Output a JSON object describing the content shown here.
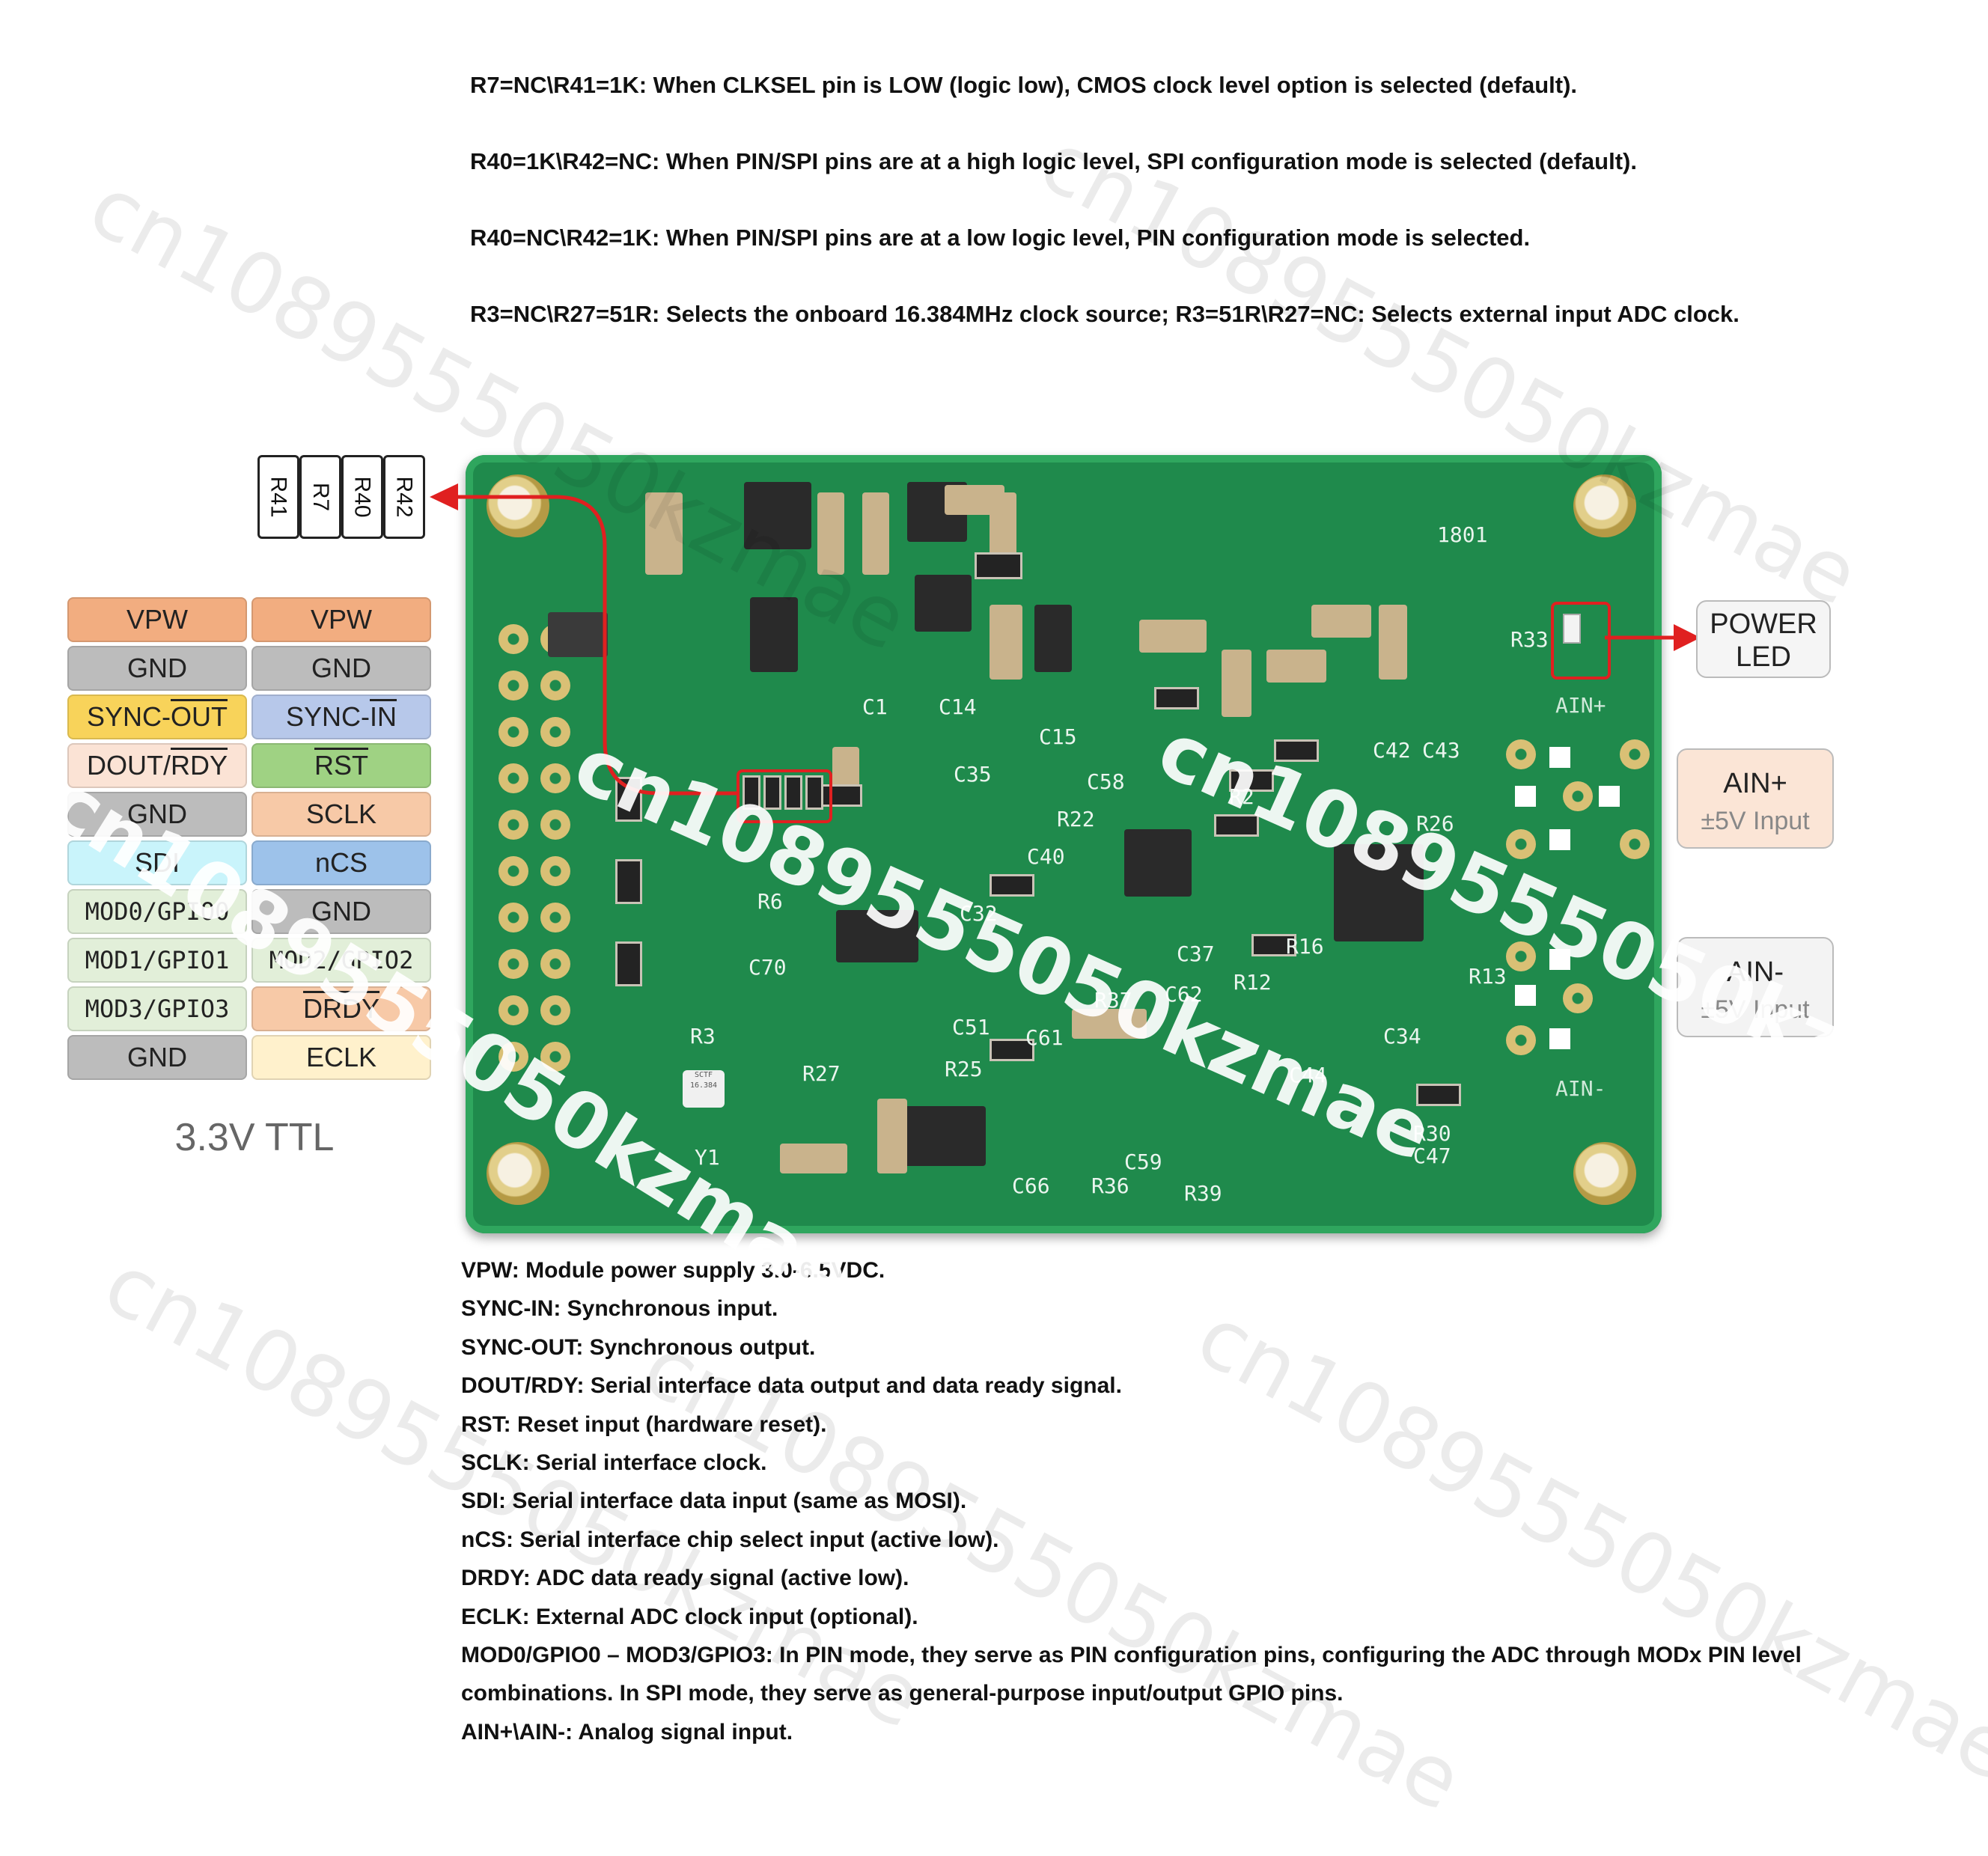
{
  "notes_top": [
    "R7=NC\\R41=1K: When CLKSEL pin is LOW (logic low), CMOS clock level option is selected (default).",
    "R40=1K\\R42=NC: When PIN/SPI pins are at a high logic level, SPI configuration mode is selected (default).",
    "R40=NC\\R42=1K: When PIN/SPI pins are at a low logic level, PIN configuration mode is selected.",
    "R3=NC\\R27=51R: Selects the onboard 16.384MHz clock source; R3=51R\\R27=NC: Selects external input ADC clock."
  ],
  "resistor_labels": [
    "R41",
    "R7",
    "R40",
    "R42"
  ],
  "pins": {
    "left": [
      "VPW",
      "GND",
      "SYNC-OUT",
      "DOUT/RDY",
      "GND",
      "SDI",
      "MOD0/GPIO0",
      "MOD1/GPIO1",
      "MOD3/GPIO3",
      "GND"
    ],
    "right": [
      "VPW",
      "GND",
      "SYNC-IN",
      "RST",
      "SCLK",
      "nCS",
      "GND",
      "MOD2/GPIO2",
      "DRDY",
      "ECLK"
    ]
  },
  "pin_colors": {
    "VPW": "#f2ad80",
    "GND": "#bcbcbc",
    "SYNC-OUT": "#f8d35a",
    "SYNC-IN": "#b7c8ea",
    "DOUT/RDY": "#fbe3d5",
    "RST": "#9fd283",
    "SCLK": "#f7c9a7",
    "SDI": "#c9f4fb",
    "nCS": "#9dc2ea",
    "MOD": "#e2efd9",
    "DRDY": "#f7c9a7",
    "ECLK": "#fff1cc"
  },
  "ttl_label": "3.3V TTL",
  "power_led": {
    "line1": "POWER",
    "line2": "LED"
  },
  "ain_plus": {
    "title": "AIN+",
    "sub": "±5V Input"
  },
  "ain_minus": {
    "title": "AIN-",
    "sub": "±5V Input"
  },
  "board": {
    "silk": [
      "C1",
      "C14",
      "C15",
      "C35",
      "C58",
      "C42",
      "C43",
      "R22",
      "C40",
      "R2",
      "R26",
      "R6",
      "C70",
      "C32",
      "C37",
      "R12",
      "R16",
      "R13",
      "C34",
      "R3",
      "R27",
      "R25",
      "C51",
      "C61",
      "R37",
      "C62",
      "C44",
      "R30",
      "C47",
      "C59",
      "C66",
      "R36",
      "R39",
      "R33",
      "AIN+",
      "AIN-",
      "Y1",
      "1801"
    ],
    "crystal": "SCTF\n16.384"
  },
  "descriptions": [
    "VPW: Module power supply 3.0-6.5VDC.",
    "SYNC-IN: Synchronous input.",
    "SYNC-OUT: Synchronous output.",
    "DOUT/RDY: Serial interface data output and data ready signal.",
    "RST: Reset input (hardware reset).",
    "SCLK: Serial interface clock.",
    "SDI: Serial interface data input (same as MOSI).",
    "nCS: Serial interface chip select input (active low).",
    "DRDY: ADC data ready signal (active low).",
    "ECLK: External ADC clock input (optional).",
    "MOD0/GPIO0 – MOD3/GPIO3: In PIN mode, they serve as PIN configuration pins, configuring the ADC through MODx PIN level combinations. In SPI mode, they serve as general-purpose input/output GPIO pins.",
    "AIN+\\AIN-: Analog signal input."
  ],
  "watermark": "cn1089555050kzmae"
}
